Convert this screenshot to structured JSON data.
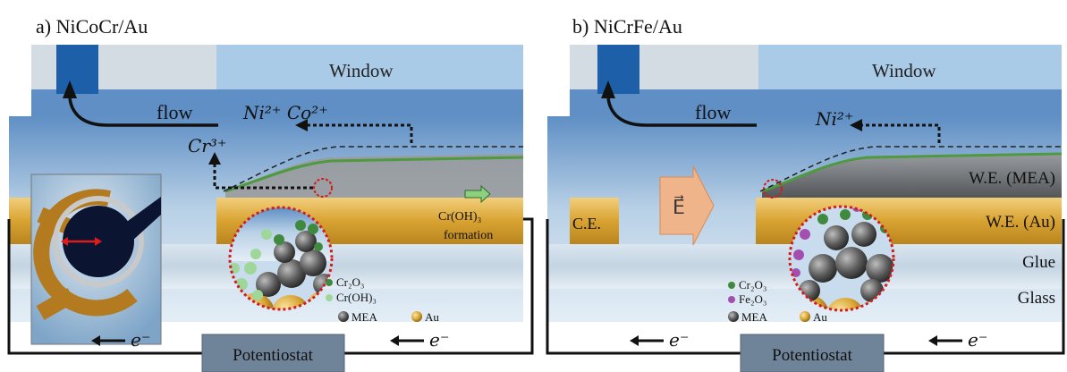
{
  "panel_a": {
    "title": "a) NiCoCr/Au",
    "window_label": "Window",
    "flow_label": "flow",
    "ions_top": "Ni²⁺ Co²⁺",
    "ion_cr": "Cr³⁺",
    "annot_line1": "Cr(OH)₃",
    "annot_line2": "formation",
    "legend": {
      "cr2o3": "Cr₂O₃",
      "croh3": "Cr(OH)₃",
      "mea": "MEA",
      "au": "Au"
    },
    "electron_left": "e⁻",
    "electron_right": "e⁻",
    "potentiostat": "Potentiostat"
  },
  "panel_b": {
    "title": "b) NiCrFe/Au",
    "window_label": "Window",
    "flow_label": "flow",
    "ions_top": "Ni²⁺",
    "ce_label": "C.E.",
    "field_label": "E⃗",
    "layers": {
      "we_mea": "W.E. (MEA)",
      "we_au": "W.E. (Au)",
      "glue": "Glue",
      "glass": "Glass"
    },
    "legend": {
      "cr2o3": "Cr₂O₃",
      "fe2o3": "Fe₂O₃",
      "mea": "MEA",
      "au": "Au"
    },
    "electron_left": "e⁻",
    "electron_right": "e⁻",
    "potentiostat": "Potentiostat"
  },
  "colors": {
    "gold": "#d9a332",
    "window_blue": "#a9cbe8",
    "electrolyte_top": "#5f8fc4",
    "electrolyte_bottom": "#dfeaf3",
    "glass": "#c9d7e3",
    "potentiostat_fill": "#6f8499",
    "field_arrow": "#f0b48a",
    "cr2o3_green": "#3f8a3f",
    "croh3_green": "#9fd79a",
    "fe2o3_purple": "#a24fb0",
    "mea_grey": "#555555"
  }
}
